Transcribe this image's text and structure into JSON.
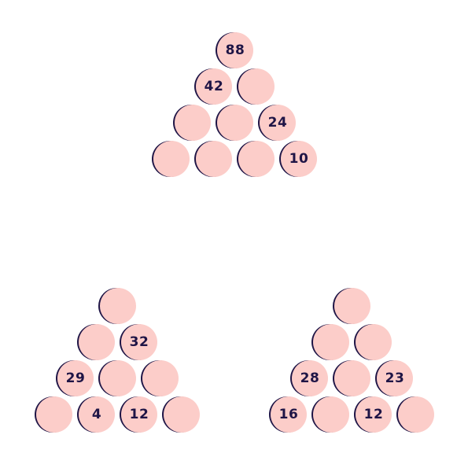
{
  "pyramids": [
    {
      "rows": [
        [
          "88"
        ],
        [
          "42",
          ""
        ],
        [
          "",
          "",
          "24"
        ],
        [
          "",
          "",
          "",
          "10"
        ]
      ]
    },
    {
      "rows": [
        [
          ""
        ],
        [
          "",
          "32"
        ],
        [
          "29",
          "",
          ""
        ],
        [
          "",
          "4",
          "12",
          ""
        ]
      ]
    },
    {
      "rows": [
        [
          ""
        ],
        [
          "",
          ""
        ],
        [
          "28",
          "",
          "23"
        ],
        [
          "16",
          "",
          "12",
          ""
        ]
      ]
    }
  ],
  "colors": {
    "ball_fill": "#fccdc9",
    "ball_shadow": "#1f1546",
    "number_text": "#1f1546"
  }
}
